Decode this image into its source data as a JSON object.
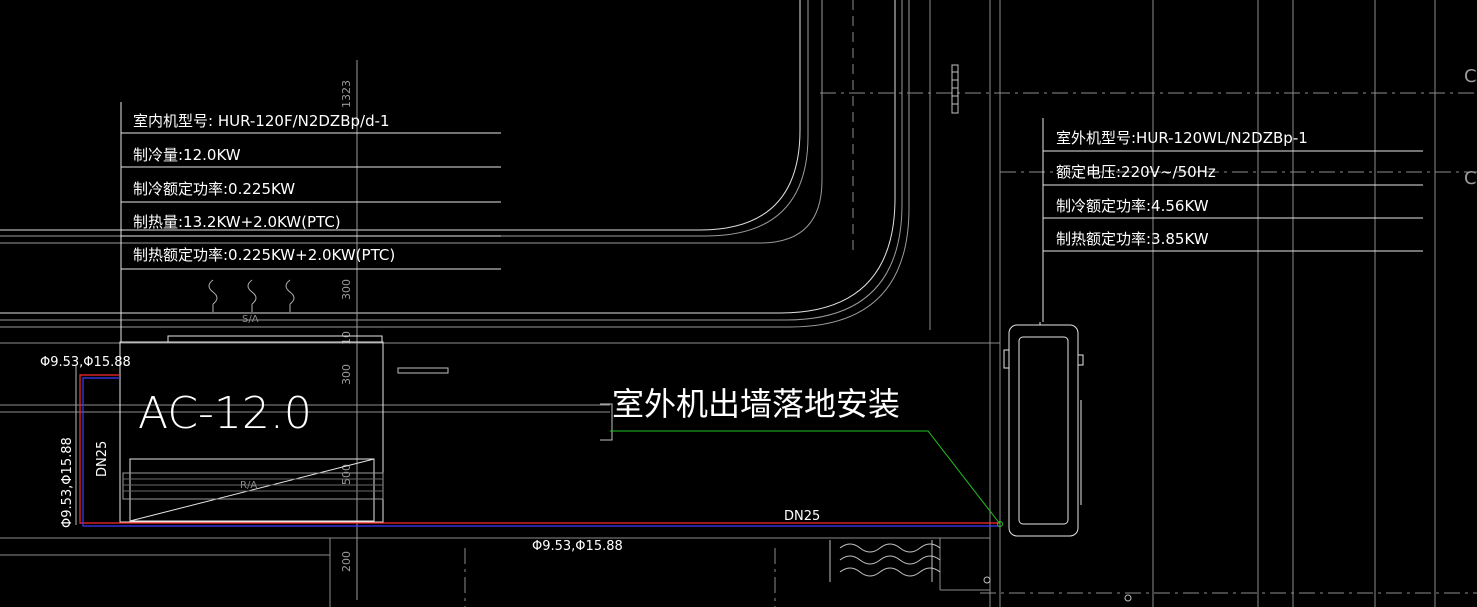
{
  "indoor_table": {
    "rows": [
      "室内机型号:  HUR-120F/N2DZBp/d-1",
      "制冷量:12.0KW",
      "制冷额定功率:0.225KW",
      "制热量:13.2KW+2.0KW(PTC)",
      "制热额定功率:0.225KW+2.0KW(PTC)"
    ]
  },
  "outdoor_table": {
    "rows": [
      "室外机型号:HUR-120WL/N2DZBp-1",
      "额定电压:220V~/50Hz",
      "制冷额定功率:4.56KW",
      "制热额定功率:3.85KW"
    ]
  },
  "unit_label": "AC-12.0",
  "install_note": "室外机出墙落地安装",
  "pipe": {
    "size_top_left": "Φ9.53,Φ15.88",
    "size_vertical": "Φ9.53,Φ15.88",
    "drain_vertical": "DN25",
    "drain_horizontal": "DN25",
    "size_bottom": "Φ9.53,Φ15.88"
  },
  "dimensions": [
    "1323",
    "300",
    "10",
    "300",
    "500",
    "200"
  ],
  "fan_labels": [
    "S/A",
    "R/A"
  ],
  "edge_marks": [
    "C",
    "C"
  ],
  "colors": {
    "background": "#000000",
    "linework": "#ffffff",
    "gridline": "#8c8c8c",
    "refrigerant_pipe": "#ff2a2a",
    "drain_pipe": "#3c3cff",
    "leader": "#22c322"
  }
}
